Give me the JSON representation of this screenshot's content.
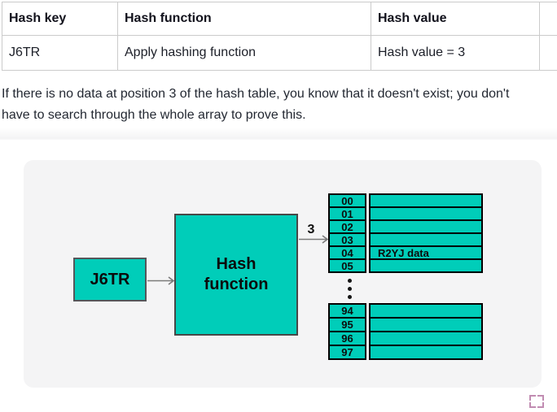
{
  "top_table": {
    "headers": [
      "Hash key",
      "Hash function",
      "Hash value",
      ""
    ],
    "row": [
      "J6TR",
      "Apply hashing function",
      "Hash value = 3",
      ""
    ]
  },
  "paragraph": "If there is no data at position 3 of the hash table, you know that it doesn't exist; you don't have to search through the whole array to prove this.",
  "diagram": {
    "input_key": "J6TR",
    "hash_function_label": "Hash function",
    "hash_value_label": "3",
    "upper_bucket_rows": [
      {
        "index": "00",
        "data": ""
      },
      {
        "index": "01",
        "data": ""
      },
      {
        "index": "02",
        "data": ""
      },
      {
        "index": "03",
        "data": ""
      },
      {
        "index": "04",
        "data": "R2YJ data"
      },
      {
        "index": "05",
        "data": ""
      }
    ],
    "ellipsis_dots": 3,
    "lower_bucket_rows": [
      {
        "index": "94",
        "data": ""
      },
      {
        "index": "95",
        "data": ""
      },
      {
        "index": "96",
        "data": ""
      },
      {
        "index": "97",
        "data": ""
      }
    ],
    "colors": {
      "cell_fill": "#00cdb9",
      "panel_bg": "#f4f4f5",
      "arrow": "#7a7a7a",
      "fullscreen_icon": "#c18cb2"
    }
  }
}
